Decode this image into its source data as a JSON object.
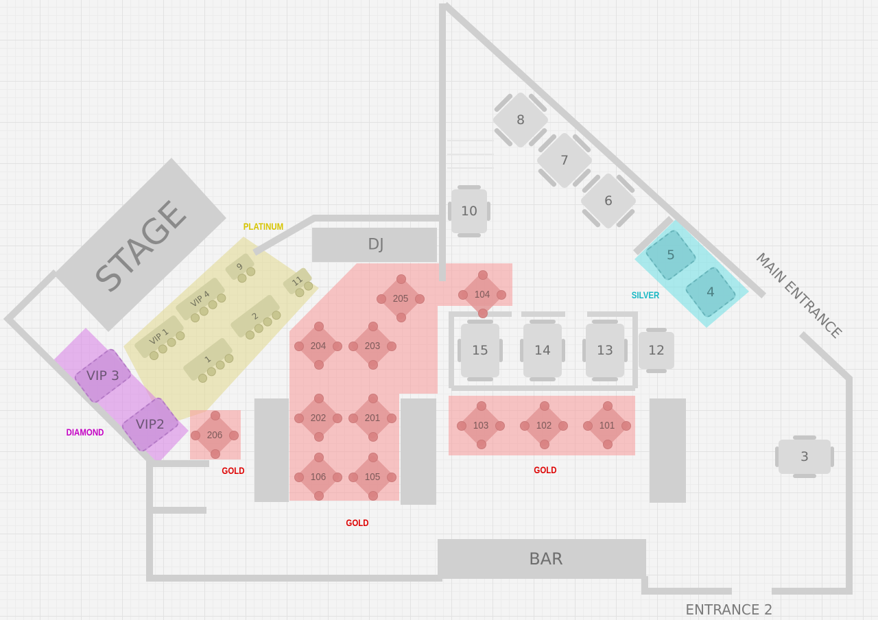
{
  "venue": {
    "landmarks": {
      "stage": "STAGE",
      "dj": "DJ",
      "bar": "BAR",
      "main_entrance": "MAIN ENTRANCE",
      "entrance_2": "ENTRANCE 2"
    },
    "zones": {
      "platinum": "PLATINUM",
      "silver": "SILVER",
      "diamond": "DIAMOND",
      "gold_left": "GOLD",
      "gold_center": "GOLD",
      "gold_right": "GOLD"
    },
    "zone_colors": {
      "platinum": "#d6c400",
      "silver": "#19b8c4",
      "diamond": "#c400c4",
      "gold": "#dd0000"
    },
    "tables": {
      "t3": "3",
      "t4": "4",
      "t5": "5",
      "t6": "6",
      "t7": "7",
      "t8": "8",
      "t10": "10",
      "t12": "12",
      "t13": "13",
      "t14": "14",
      "t15": "15",
      "t1": "1",
      "t2": "2",
      "t9": "9",
      "t11": "11",
      "vip1": "VIP 1",
      "vip4": "VIP 4",
      "vip2": "VIP2",
      "vip3": "VIP 3",
      "t101": "101",
      "t102": "102",
      "t103": "103",
      "t104": "104",
      "t105": "105",
      "t106": "106",
      "t201": "201",
      "t202": "202",
      "t203": "203",
      "t204": "204",
      "t205": "205",
      "t206": "206"
    }
  }
}
